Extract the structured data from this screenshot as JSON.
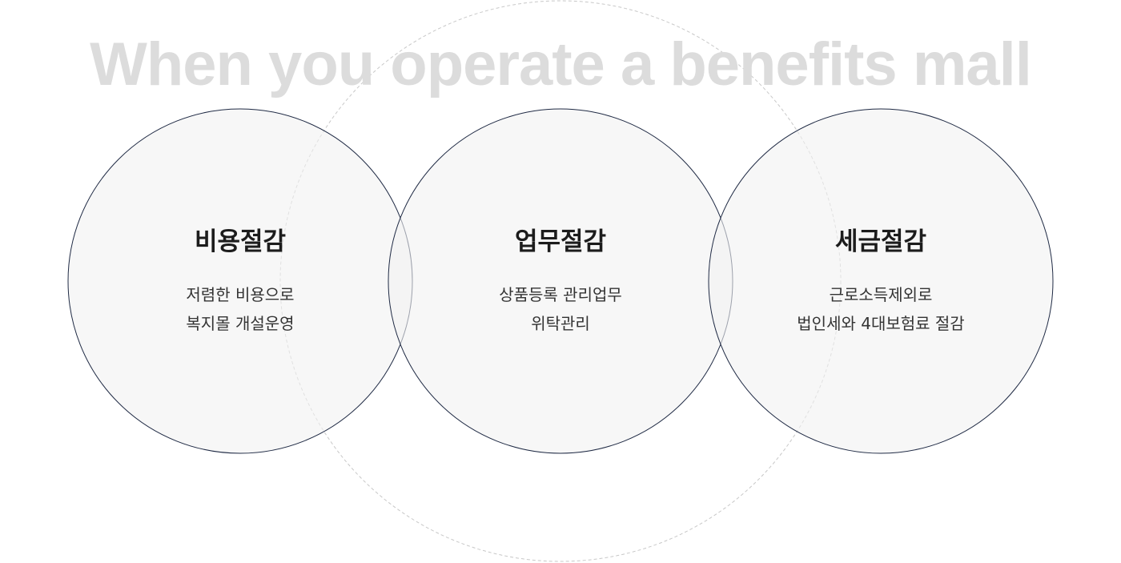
{
  "heading": "When you operate a benefits mall",
  "cards": [
    {
      "title": "비용절감",
      "lines": [
        "저렴한 비용으로",
        "복지몰 개설운영"
      ]
    },
    {
      "title": "업무절감",
      "lines": [
        "상품등록 관리업무",
        "위탁관리"
      ]
    },
    {
      "title": "세금절감",
      "lines": [
        "근로소득제외로",
        "법인세와 4대보험료 절감"
      ]
    }
  ],
  "colors": {
    "circle_fill": "#f7f7f7",
    "circle_stroke": "#1f2a44",
    "heading": "#dcdcdc",
    "dashed": "#c8c8c8"
  }
}
